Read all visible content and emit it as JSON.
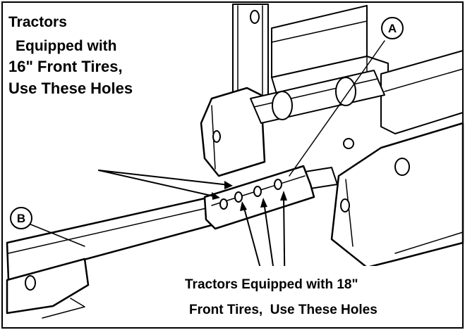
{
  "labels": {
    "top_line1": "Tractors",
    "top_line2": "Equipped with",
    "top_line3": "16\" Front Tires,",
    "top_line4": "Use These Holes",
    "bottom_line1": "Tractors Equipped with 18\"",
    "bottom_line2": "Front Tires,  Use These Holes"
  },
  "callouts": {
    "a": "A",
    "b": "B"
  },
  "colors": {
    "ink": "#000000",
    "paper": "#ffffff"
  }
}
